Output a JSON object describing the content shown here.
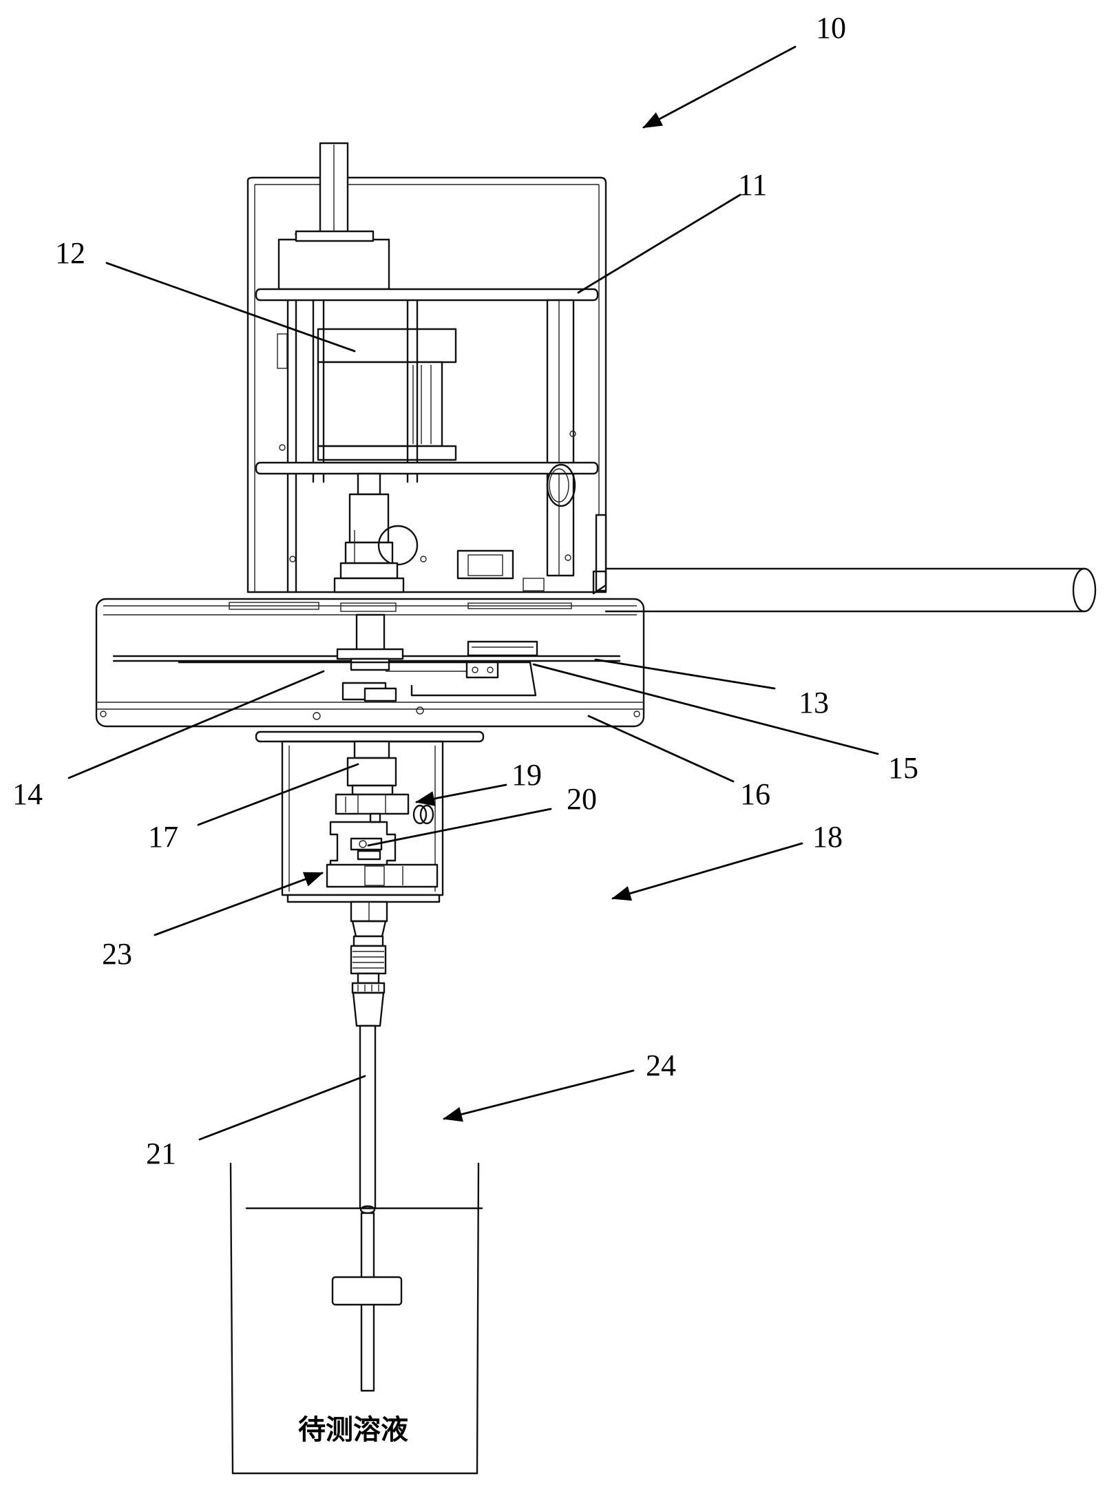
{
  "labels": {
    "n10": "10",
    "n11": "11",
    "n12": "12",
    "n13": "13",
    "n14": "14",
    "n15": "15",
    "n16": "16",
    "n17": "17",
    "n18": "18",
    "n19": "19",
    "n20": "20",
    "n21": "21",
    "n23": "23",
    "n24": "24"
  },
  "beaker_caption": "待测溶液",
  "colors": {
    "line": "#111111",
    "background": "#ffffff"
  }
}
